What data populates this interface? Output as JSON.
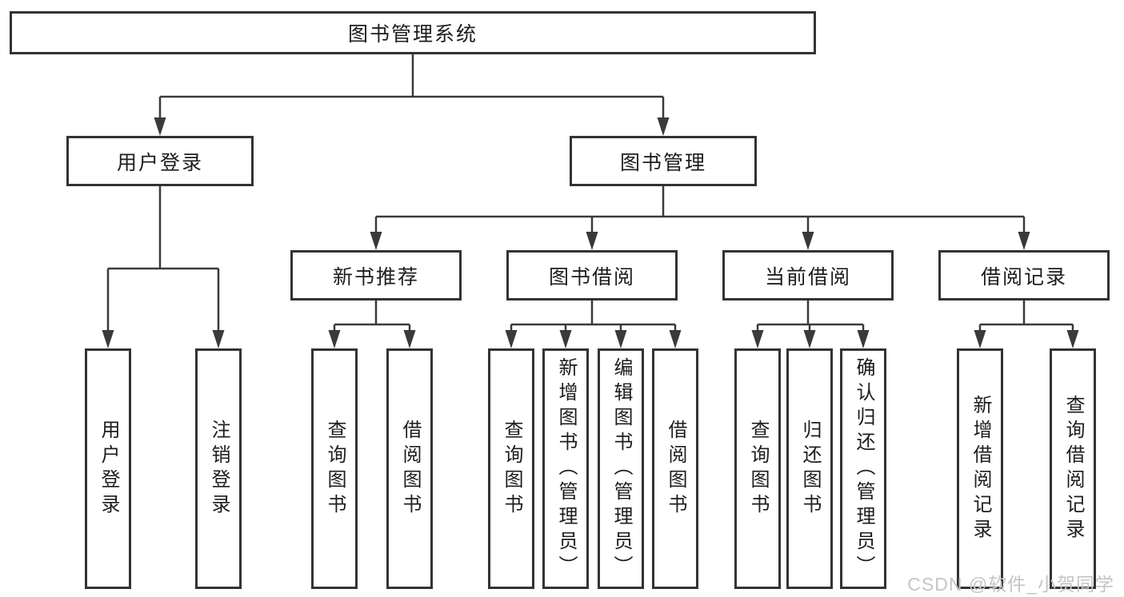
{
  "tree": {
    "label": "图书管理系统",
    "children": [
      {
        "label": "用户登录",
        "children": [
          {
            "label": "用户登录"
          },
          {
            "label": "注销登录"
          }
        ]
      },
      {
        "label": "图书管理",
        "children": [
          {
            "label": "新书推荐",
            "children": [
              {
                "label": "查询图书"
              },
              {
                "label": "借阅图书"
              }
            ]
          },
          {
            "label": "图书借阅",
            "children": [
              {
                "label": "查询图书"
              },
              {
                "label": "新增图书（管理员）"
              },
              {
                "label": "编辑图书（管理员）"
              },
              {
                "label": "借阅图书"
              }
            ]
          },
          {
            "label": "当前借阅",
            "children": [
              {
                "label": "查询图书"
              },
              {
                "label": "归还图书"
              },
              {
                "label": "确认归还（管理员）"
              }
            ]
          },
          {
            "label": "借阅记录",
            "children": [
              {
                "label": "新增借阅记录"
              },
              {
                "label": "查询借阅记录"
              }
            ]
          }
        ]
      }
    ]
  },
  "watermark": "CSDN @软件_小贺同学",
  "colors": {
    "line": "#3a3a3a",
    "box_border": "#333333",
    "text": "#1d1d1d",
    "watermark": "#c5c5c5",
    "background": "#ffffff"
  }
}
